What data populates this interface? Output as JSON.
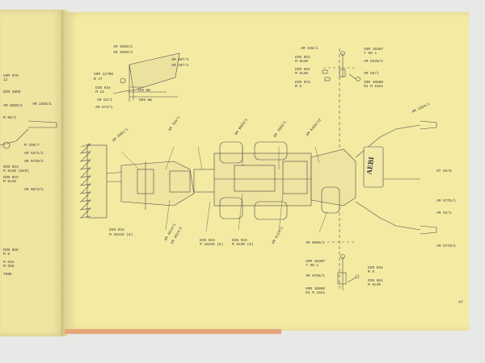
{
  "brand": "AEBI",
  "page_number": "47",
  "top_inset_labels": [
    "AM 4569/2",
    "AM 4569/3",
    "AM 107/3",
    "AM 107/4",
    "VSM 12780",
    "Ø 27",
    "DIN 934",
    "M 12",
    "435 mm",
    "595 mm",
    "AM 61/1",
    "AM 573/1"
  ],
  "top_right_labels": [
    "AM 436/1",
    "VSM 16307",
    "7 50 x",
    "DIN 551",
    "M 6x40",
    "AM 8438/2",
    "DIN 551",
    "M 6x40",
    "AM 59/1",
    "DIN 974",
    "Ø 6",
    "VSM 10050",
    "91 M 10x1"
  ],
  "main_top_labels": [
    "AM 9501/1",
    "AM 704/1",
    "AM 9603/1",
    "AM 7850/1",
    "AM 6420/12",
    "AM 1254/1"
  ],
  "main_bottom_labels": [
    "DIN 933",
    "M 16x25 (8)",
    "AM 4614/1",
    "AM 4614/2",
    "DIN 933",
    "M 10x50 (8)",
    "DIN 933",
    "M 8x30 (8)",
    "AM 9117/1",
    "AM 8606/1",
    "ST 94/8",
    "AM 5775/1",
    "AM 52/1",
    "AM 5770/1"
  ],
  "bottom_right_labels": [
    "VSM 16307",
    "7 50 x",
    "DIN 934",
    "M 6",
    "AM 8756/1",
    "DIN 551",
    "M 6x40",
    "VSM 10050",
    "91 M 10x1"
  ],
  "left_page_labels": [
    "VSM 979",
    "12",
    "DIN 1859",
    "AM 2256/1",
    "AM 8500/1",
    "M 96/1",
    "M 150/7",
    "AM 5471/1",
    "AM 9739/1",
    "DIN 933",
    "M 6x40 (8x8)",
    "DIN 915",
    "M 8x16",
    "AM 9572/1",
    "DIN 956",
    "M 8",
    "M 512",
    "M 555",
    "T88E"
  ]
}
